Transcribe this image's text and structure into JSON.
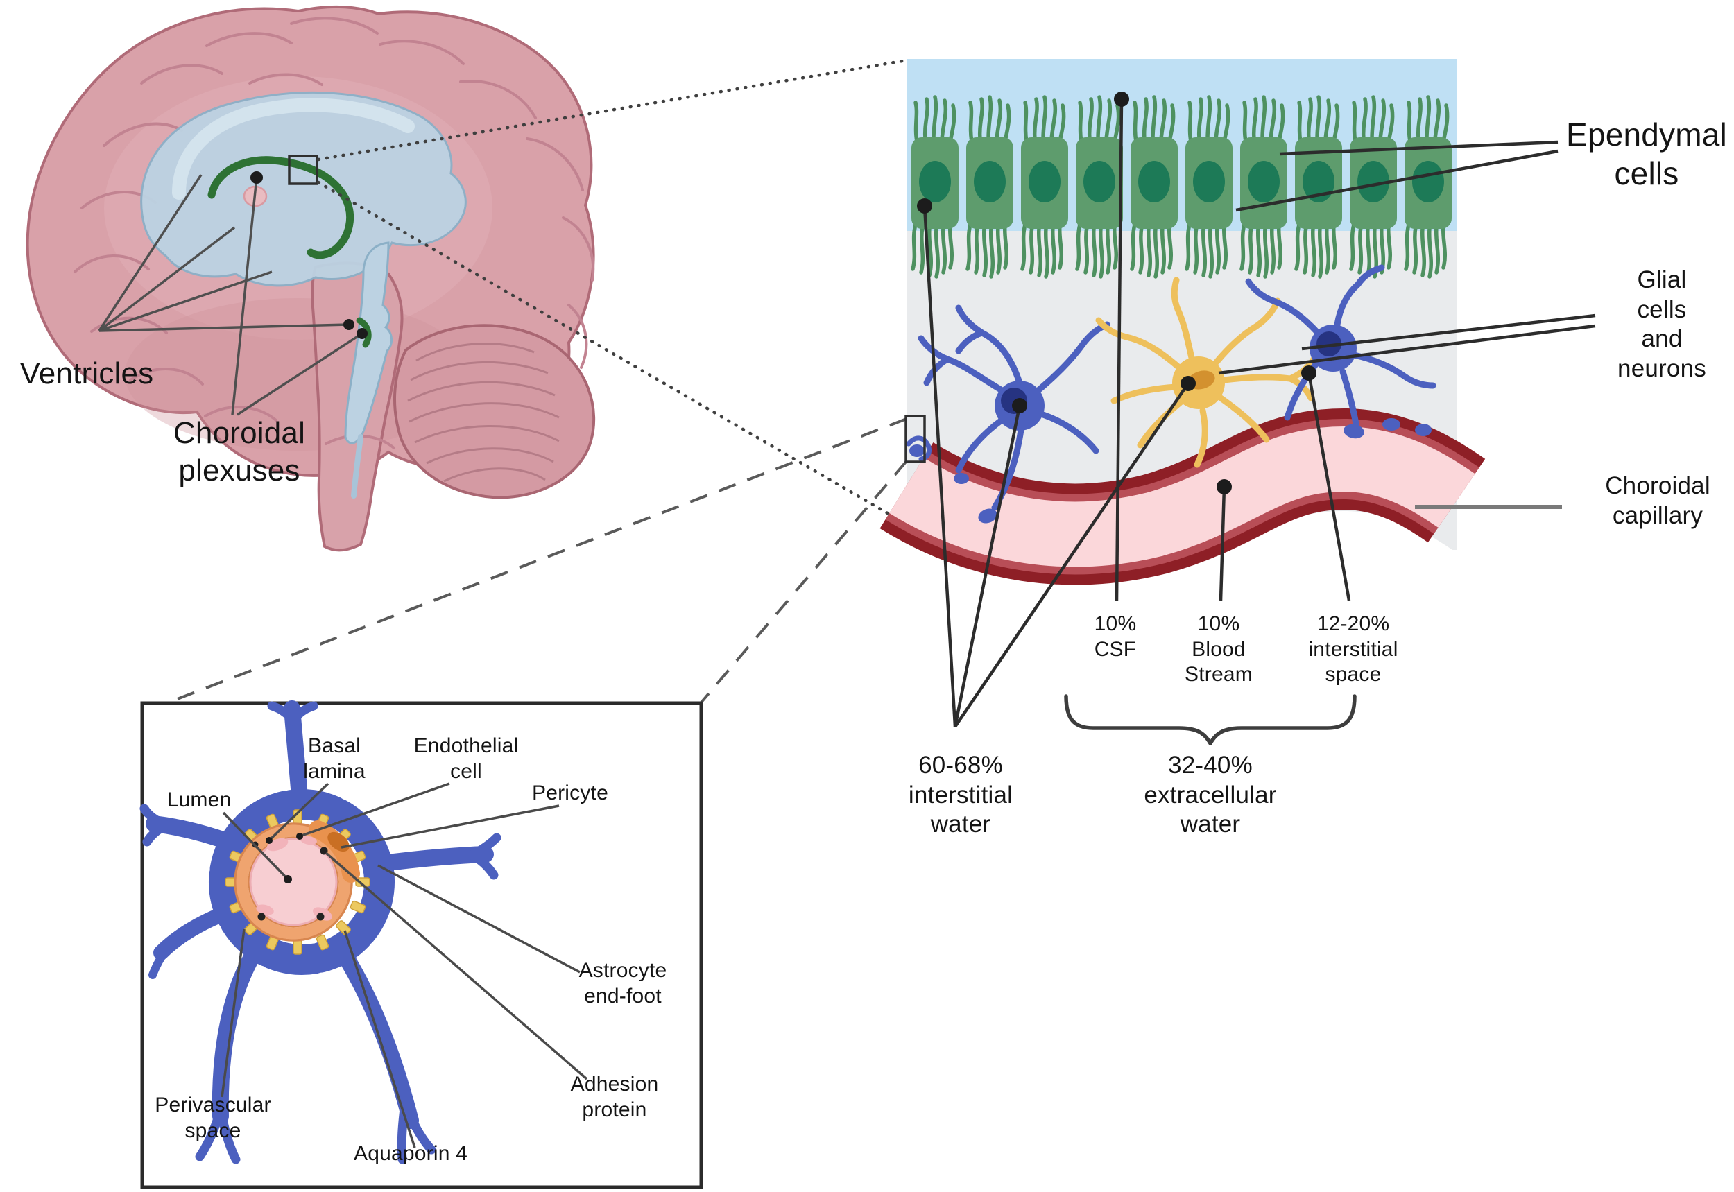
{
  "figure": {
    "brain": {
      "ventricles_label": "Ventricles",
      "choroidal_plexuses_label": "Choroidal\nplexuses"
    },
    "tissue_panel": {
      "ependymal_label": "Ependymal\ncells",
      "glial_label": "Glial cells\nand\nneurons",
      "capillary_label": "Choroidal\ncapillary",
      "csf_stat": "10%\nCSF",
      "blood_stat": "10%\nBlood\nStream",
      "interstitial_space_stat": "12-20%\ninterstitial\nspace",
      "interstitial_water_stat": "60-68%\ninterstitial\nwater",
      "extracellular_water_stat": "32-40%\nextracellular\nwater"
    },
    "bbb_inset": {
      "lumen_label": "Lumen",
      "basal_lamina_label": "Basal\nlamina",
      "endothelial_cell_label": "Endothelial\ncell",
      "pericyte_label": "Pericyte",
      "astrocyte_end_foot_label": "Astrocyte\nend-foot",
      "adhesion_protein_label": "Adhesion\nprotein",
      "perivascular_space_label": "Perivascular\nspace",
      "aquaporin_label": "Aquaporin 4"
    },
    "colors": {
      "brain_pink": "#d9a1a9",
      "ventricle_blue": "#bcd2e2",
      "plexus_green": "#2e7234",
      "csf_blue": "#bfe0f4",
      "ependymal_green": "#5e9c6d",
      "ependymal_nucleus_green": "#1d7a57",
      "interstitial_gray": "#e9ebed",
      "neuron_blue": "#4c60bf",
      "astrocyte_yellow": "#eec05c",
      "capillary_wall_red": "#8e1f26",
      "capillary_lumen_pink": "#fbd7da",
      "endothelium_orange": "#efa46f",
      "aquaporin_yellow": "#ecc95f"
    }
  }
}
